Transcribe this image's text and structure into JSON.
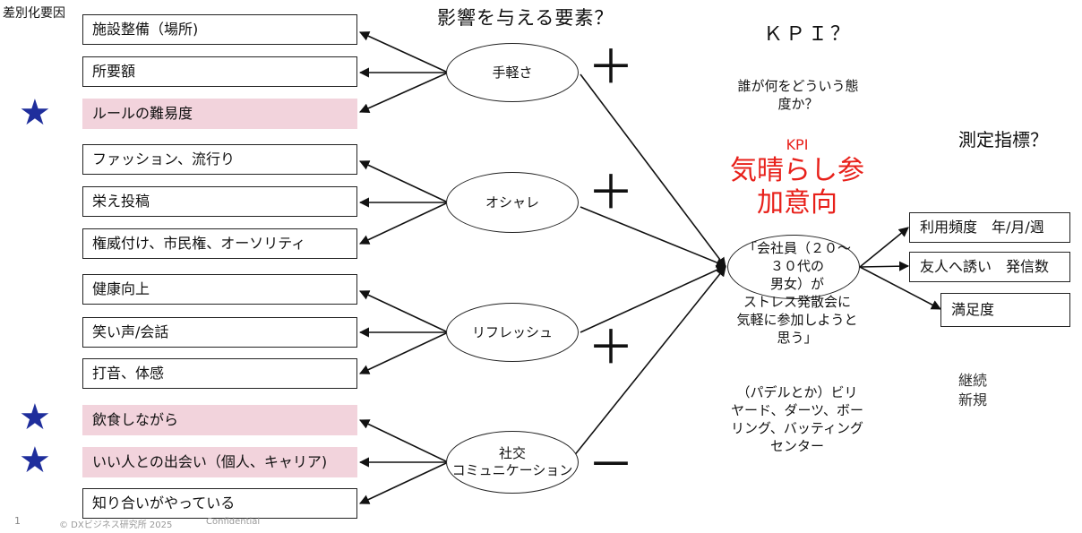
{
  "header": {
    "corner_label": "差別化要因",
    "influence_title": "影響を与える要素？",
    "kpi_question": "ＫＰＩ？",
    "attitude_question": "誰が何をどういう態度か？",
    "metrics_question": "測定指標？"
  },
  "factor_boxes": [
    {
      "label": "施設整備（場所)",
      "highlighted": false,
      "starred": false
    },
    {
      "label": "所要額",
      "highlighted": false,
      "starred": false
    },
    {
      "label": "ルールの難易度",
      "highlighted": true,
      "starred": true
    },
    {
      "label": "ファッション、流行り",
      "highlighted": false,
      "starred": false
    },
    {
      "label": "栄え投稿",
      "highlighted": false,
      "starred": false
    },
    {
      "label": "権威付け、市民権、オーソリティ",
      "highlighted": false,
      "starred": false
    },
    {
      "label": "健康向上",
      "highlighted": false,
      "starred": false
    },
    {
      "label": "笑い声/会話",
      "highlighted": false,
      "starred": false
    },
    {
      "label": "打音、体感",
      "highlighted": false,
      "starred": false
    },
    {
      "label": "飲食しながら",
      "highlighted": true,
      "starred": true
    },
    {
      "label": "いい人との出会い（個人、キャリア)",
      "highlighted": true,
      "starred": true
    },
    {
      "label": "知り合いがやっている",
      "highlighted": false,
      "starred": false
    }
  ],
  "drivers": [
    {
      "line1": "手軽さ",
      "line2": "",
      "sign": "＋"
    },
    {
      "line1": "オシャレ",
      "line2": "",
      "sign": "＋"
    },
    {
      "line1": "リフレッシュ",
      "line2": "",
      "sign": "＋"
    },
    {
      "line1": "社交",
      "line2": "コミュニケーション",
      "sign": "－"
    }
  ],
  "kpi": {
    "label": "KPI",
    "line1": "気晴らし参",
    "line2": "加意向",
    "color": "#e8201a"
  },
  "target": {
    "line1": "「会社員（２０～",
    "line2": "３０代の",
    "line3": "男女）が",
    "line4": "ストレス発散会に",
    "line5": "気軽に参加しようと",
    "line6": "思う」"
  },
  "examples": {
    "line1": "（パデルとか）ビリ",
    "line2": "ヤード、ダーツ、ボー",
    "line3": "リング、バッティング",
    "line4": "センター"
  },
  "metrics": [
    {
      "label": "利用頻度　年/月/週"
    },
    {
      "label": "友人へ誘い　発信数"
    },
    {
      "label": "満足度"
    }
  ],
  "customer_types": {
    "line1": "継続",
    "line2": "新規"
  },
  "footer": {
    "page_number": "1",
    "copyright": "© DXビジネス研究所 2025",
    "confidential": "Confidential"
  },
  "icons": {
    "star": "star-icon",
    "star_color": "#1f2e9c"
  }
}
